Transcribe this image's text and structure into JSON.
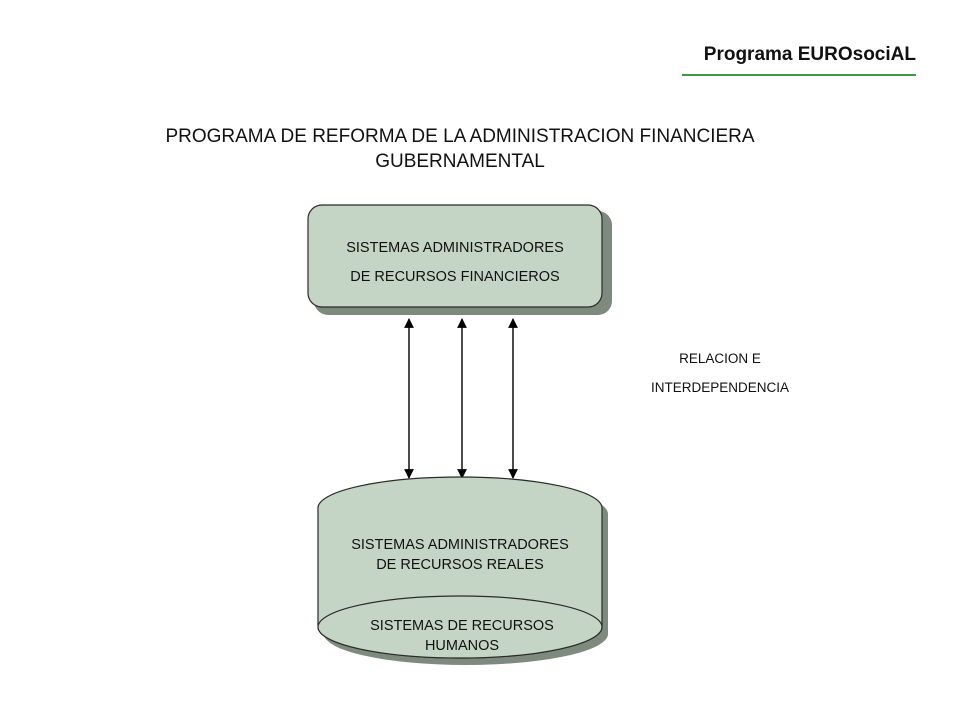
{
  "brand": {
    "name": "Programa EUROsociAL",
    "rule_color": "#3f9a3f"
  },
  "title": {
    "line1": "PROGRAMA DE REFORMA DE LA ADMINISTRACION FINANCIERA",
    "line2": "GUBERNAMENTAL"
  },
  "diagram": {
    "box_fill": "#c5d5c5",
    "shadow_fill": "#7f8a7f",
    "financial_box": {
      "line1": "SISTEMAS ADMINISTRADORES",
      "line2": "DE RECURSOS FINANCIEROS"
    },
    "real_cylinder": {
      "line1": "SISTEMAS ADMINISTRADORES",
      "line2": "DE RECURSOS REALES"
    },
    "human_ellipse": {
      "line1": "SISTEMAS DE RECURSOS",
      "line2": "HUMANOS"
    },
    "relation_label": {
      "line1": "RELACION E",
      "line2": "INTERDEPENDENCIA"
    },
    "arrow_count": 3
  }
}
